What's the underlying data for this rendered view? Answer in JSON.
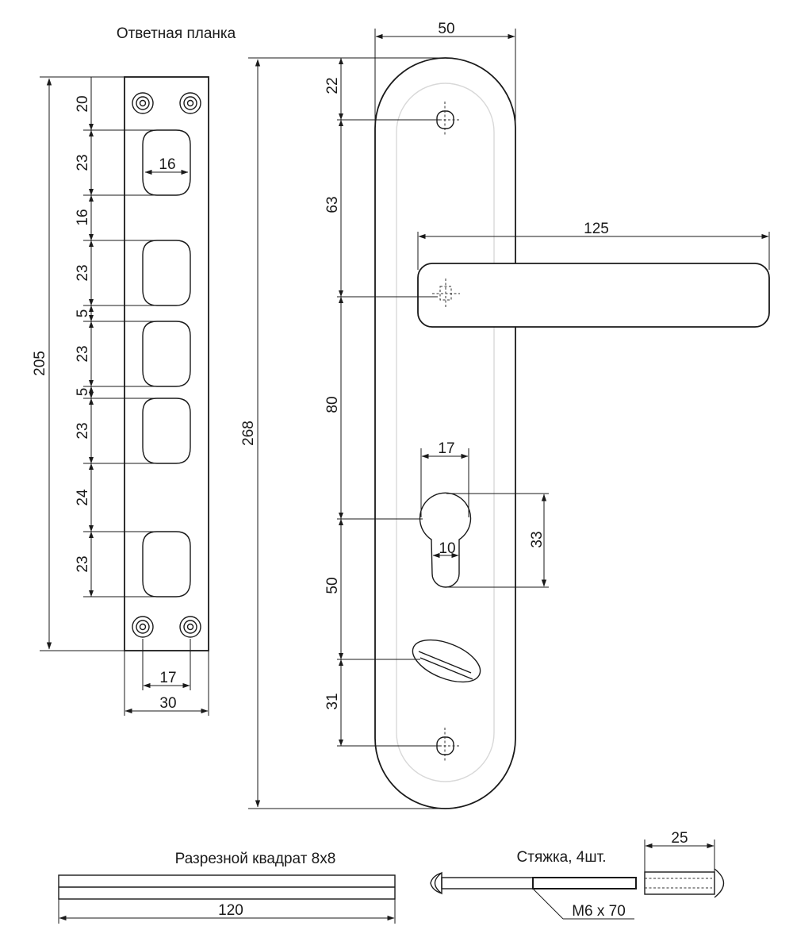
{
  "strike_plate": {
    "title": "Ответная планка",
    "dim_height_total": "205",
    "dim_width": "30",
    "dim_hole_spacing": "17",
    "dim_slot_width": "16",
    "segments": [
      "20",
      "23",
      "16",
      "23",
      "5",
      "23",
      "5",
      "23",
      "24",
      "23"
    ]
  },
  "handle_plate": {
    "dim_length_total": "268",
    "dim_width": "50",
    "dim_lever_length": "125",
    "dim_cylinder_width": "17",
    "dim_cylinder_height": "33",
    "dim_cylinder_slot": "10",
    "segments": [
      "22",
      "63",
      "80",
      "50",
      "31"
    ]
  },
  "spindle": {
    "title": "Разрезной квадрат 8x8",
    "dim_length": "120"
  },
  "screw": {
    "title": "Стяжка, 4шт.",
    "spec": "М6 х 70",
    "dim_sleeve_length": "25"
  }
}
